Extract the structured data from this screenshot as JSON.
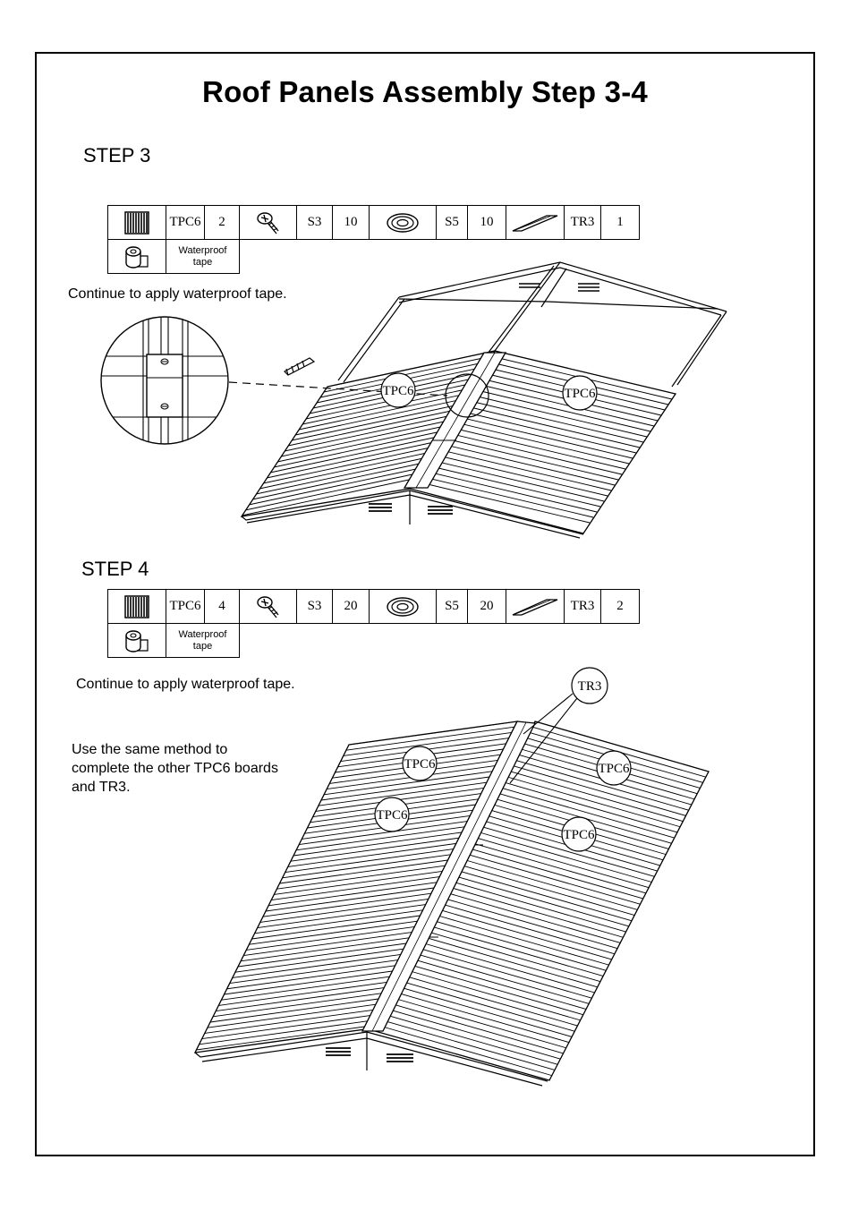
{
  "title": "Roof Panels Assembly Step 3-4",
  "step3": {
    "label": "STEP 3",
    "parts": {
      "tpc6_code": "TPC6",
      "tpc6_qty": "2",
      "s3_code": "S3",
      "s3_qty": "10",
      "s5_code": "S5",
      "s5_qty": "10",
      "tr3_code": "TR3",
      "tr3_qty": "1",
      "tape_label_1": "Waterproof",
      "tape_label_2": "tape"
    },
    "instruction": "Continue to apply waterproof tape.",
    "callouts": [
      "TPC6",
      "TPC6"
    ]
  },
  "step4": {
    "label": "STEP 4",
    "parts": {
      "tpc6_code": "TPC6",
      "tpc6_qty": "4",
      "s3_code": "S3",
      "s3_qty": "20",
      "s5_code": "S5",
      "s5_qty": "20",
      "tr3_code": "TR3",
      "tr3_qty": "2",
      "tape_label_1": "Waterproof",
      "tape_label_2": "tape"
    },
    "instruction": "Continue to apply waterproof tape.",
    "method_line_1": "Use the same method to",
    "method_line_2": "complete the other TPC6 boards",
    "method_line_3": "and TR3.",
    "callouts": [
      "TR3",
      "TPC6",
      "TPC6",
      "TPC6",
      "TPC6"
    ]
  },
  "icons": [
    "roof-panel-icon",
    "screw-icon",
    "washer-icon",
    "ridge-cap-icon",
    "tape-roll-icon"
  ]
}
